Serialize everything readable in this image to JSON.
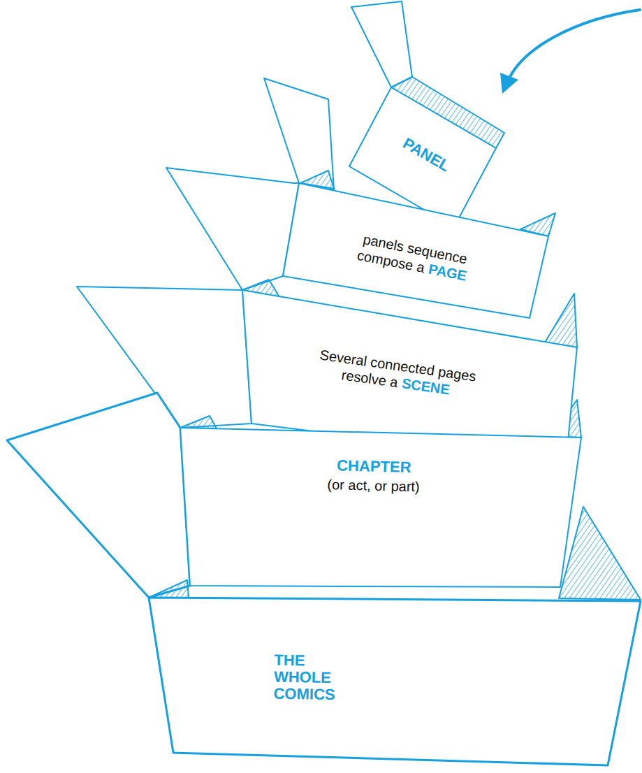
{
  "diagram": {
    "nodes": [
      {
        "text": [
          "THE WHOLE COMICS"
        ]
      },
      {
        "text": [
          "CHAPTER",
          "(or act, or part)"
        ],
        "in": 0
      },
      {
        "text": [
          "Several connected pages resolve a",
          "SCENE"
        ],
        "in": 1
      },
      {
        "text": [
          "panels sequence compose a",
          "PAGE"
        ],
        "in": 2
      },
      {
        "text": [
          "PANEL"
        ],
        "in": 3
      }
    ]
  }
}
